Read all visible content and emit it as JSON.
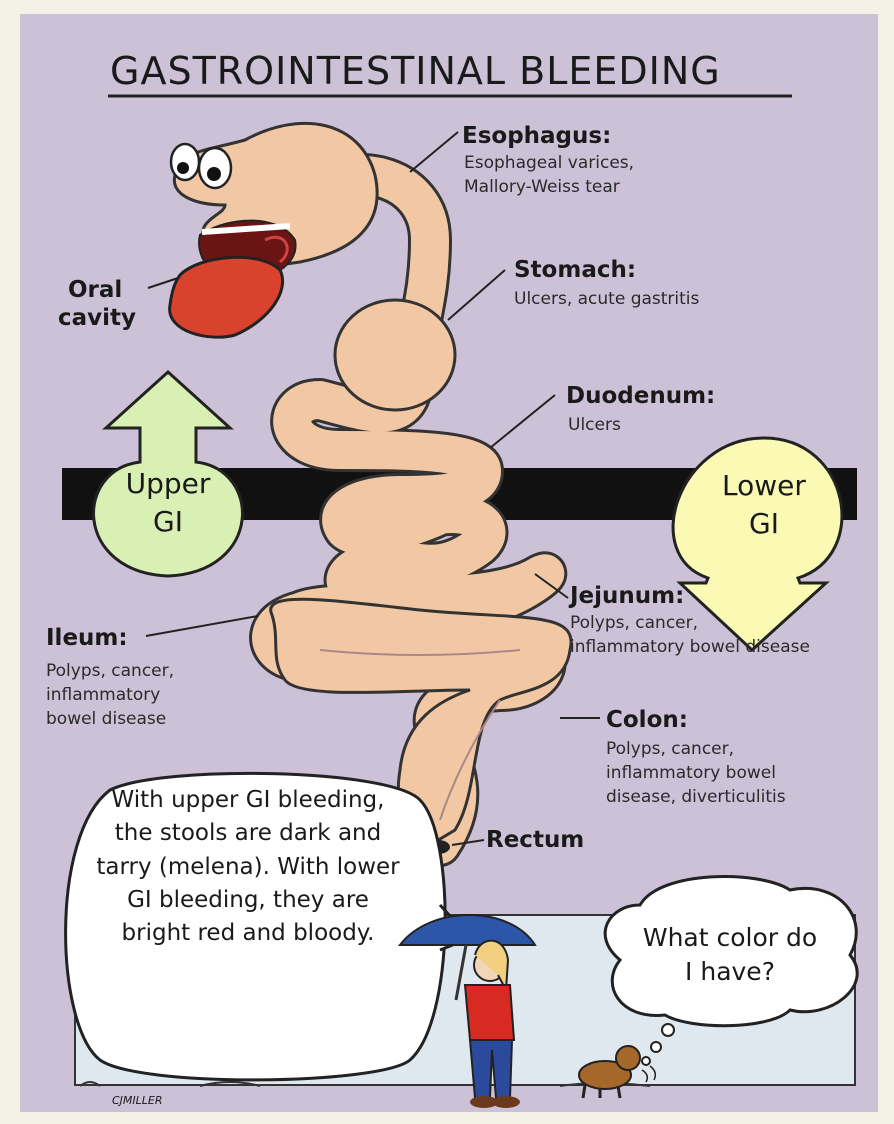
{
  "title": "GASTROINTESTINAL BLEEDING",
  "colors": {
    "background": "#cdc1d8",
    "gut": "#f2c8a4",
    "up_arrow": "#d9f0b4",
    "down_arrow": "#fafab4",
    "band": "#111111"
  },
  "labels": {
    "oral": {
      "line1": "Oral",
      "line2": "cavity"
    },
    "esophagus": {
      "head": "Esophagus:",
      "line1": "Esophageal varices,",
      "line2": "Mallory-Weiss tear"
    },
    "stomach": {
      "head": "Stomach:",
      "line1": "Ulcers, acute gastritis"
    },
    "duodenum": {
      "head": "Duodenum:",
      "line1": "Ulcers"
    },
    "jejunum": {
      "head": "Jejunum:",
      "line1": "Polyps, cancer,",
      "line2": "inflammatory bowel disease"
    },
    "ileum": {
      "head": "Ileum:",
      "line1": "Polyps, cancer,",
      "line2": "inflammatory",
      "line3": "bowel disease"
    },
    "colon": {
      "head": "Colon:",
      "line1": "Polyps, cancer,",
      "line2": "inflammatory bowel",
      "line3": "disease, diverticulitis"
    },
    "rectum": {
      "head": "Rectum"
    }
  },
  "upper_gi": {
    "line1": "Upper",
    "line2": "GI"
  },
  "lower_gi": {
    "line1": "Lower",
    "line2": "GI"
  },
  "speech_bubble": "With upper GI bleeding, the stools are dark and tarry (melena). With lower GI bleeding, they are bright red and bloody.",
  "thought_bubble": {
    "line1": "What color do",
    "line2": "I have?"
  },
  "signature": "CJMILLER"
}
